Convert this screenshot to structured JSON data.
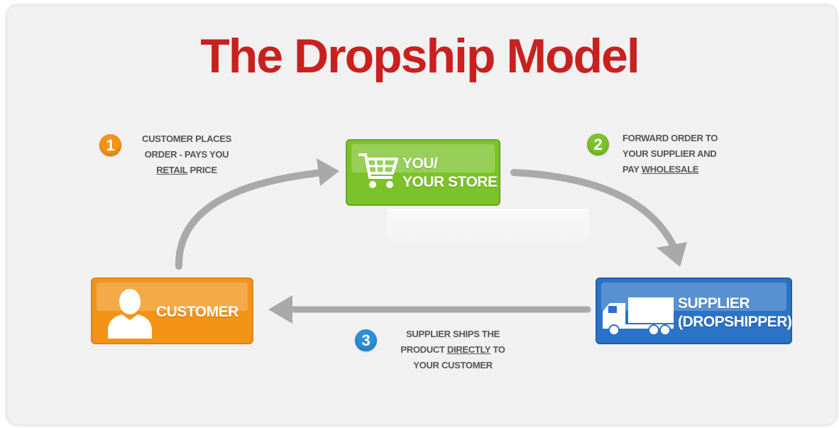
{
  "title": "The Dropship Model",
  "colors": {
    "title": "#c8211f",
    "store": "#7cc22a",
    "customer": "#f39317",
    "supplier": "#2a73c6",
    "arrow": "#a9a9a9",
    "text": "#555555"
  },
  "nodes": {
    "store": {
      "line1": "YOU/",
      "line2": "YOUR STORE",
      "icon": "shopping-cart-icon"
    },
    "customer": {
      "label": "CUSTOMER",
      "icon": "person-silhouette-icon"
    },
    "supplier": {
      "line1": "SUPPLIER",
      "line2": "(DROPSHIPPER)",
      "icon": "delivery-truck-icon"
    }
  },
  "steps": [
    {
      "number": "1",
      "line1": "CUSTOMER PLACES",
      "line2": "ORDER - PAYS YOU",
      "line3_underlined": "RETAIL",
      "line3_rest": " PRICE"
    },
    {
      "number": "2",
      "line1": "FORWARD ORDER TO",
      "line2": "YOUR SUPPLIER AND",
      "line3_prefix": "PAY ",
      "line3_underlined": "WHOLESALE"
    },
    {
      "number": "3",
      "line1": "SUPPLIER SHIPS THE",
      "line2_prefix": "PRODUCT ",
      "line2_underlined": "DIRECTLY",
      "line2_suffix": " TO",
      "line3": "YOUR CUSTOMER"
    }
  ],
  "edges": [
    {
      "from": "customer",
      "to": "store",
      "step": "1"
    },
    {
      "from": "store",
      "to": "supplier",
      "step": "2"
    },
    {
      "from": "supplier",
      "to": "customer",
      "step": "3"
    }
  ]
}
